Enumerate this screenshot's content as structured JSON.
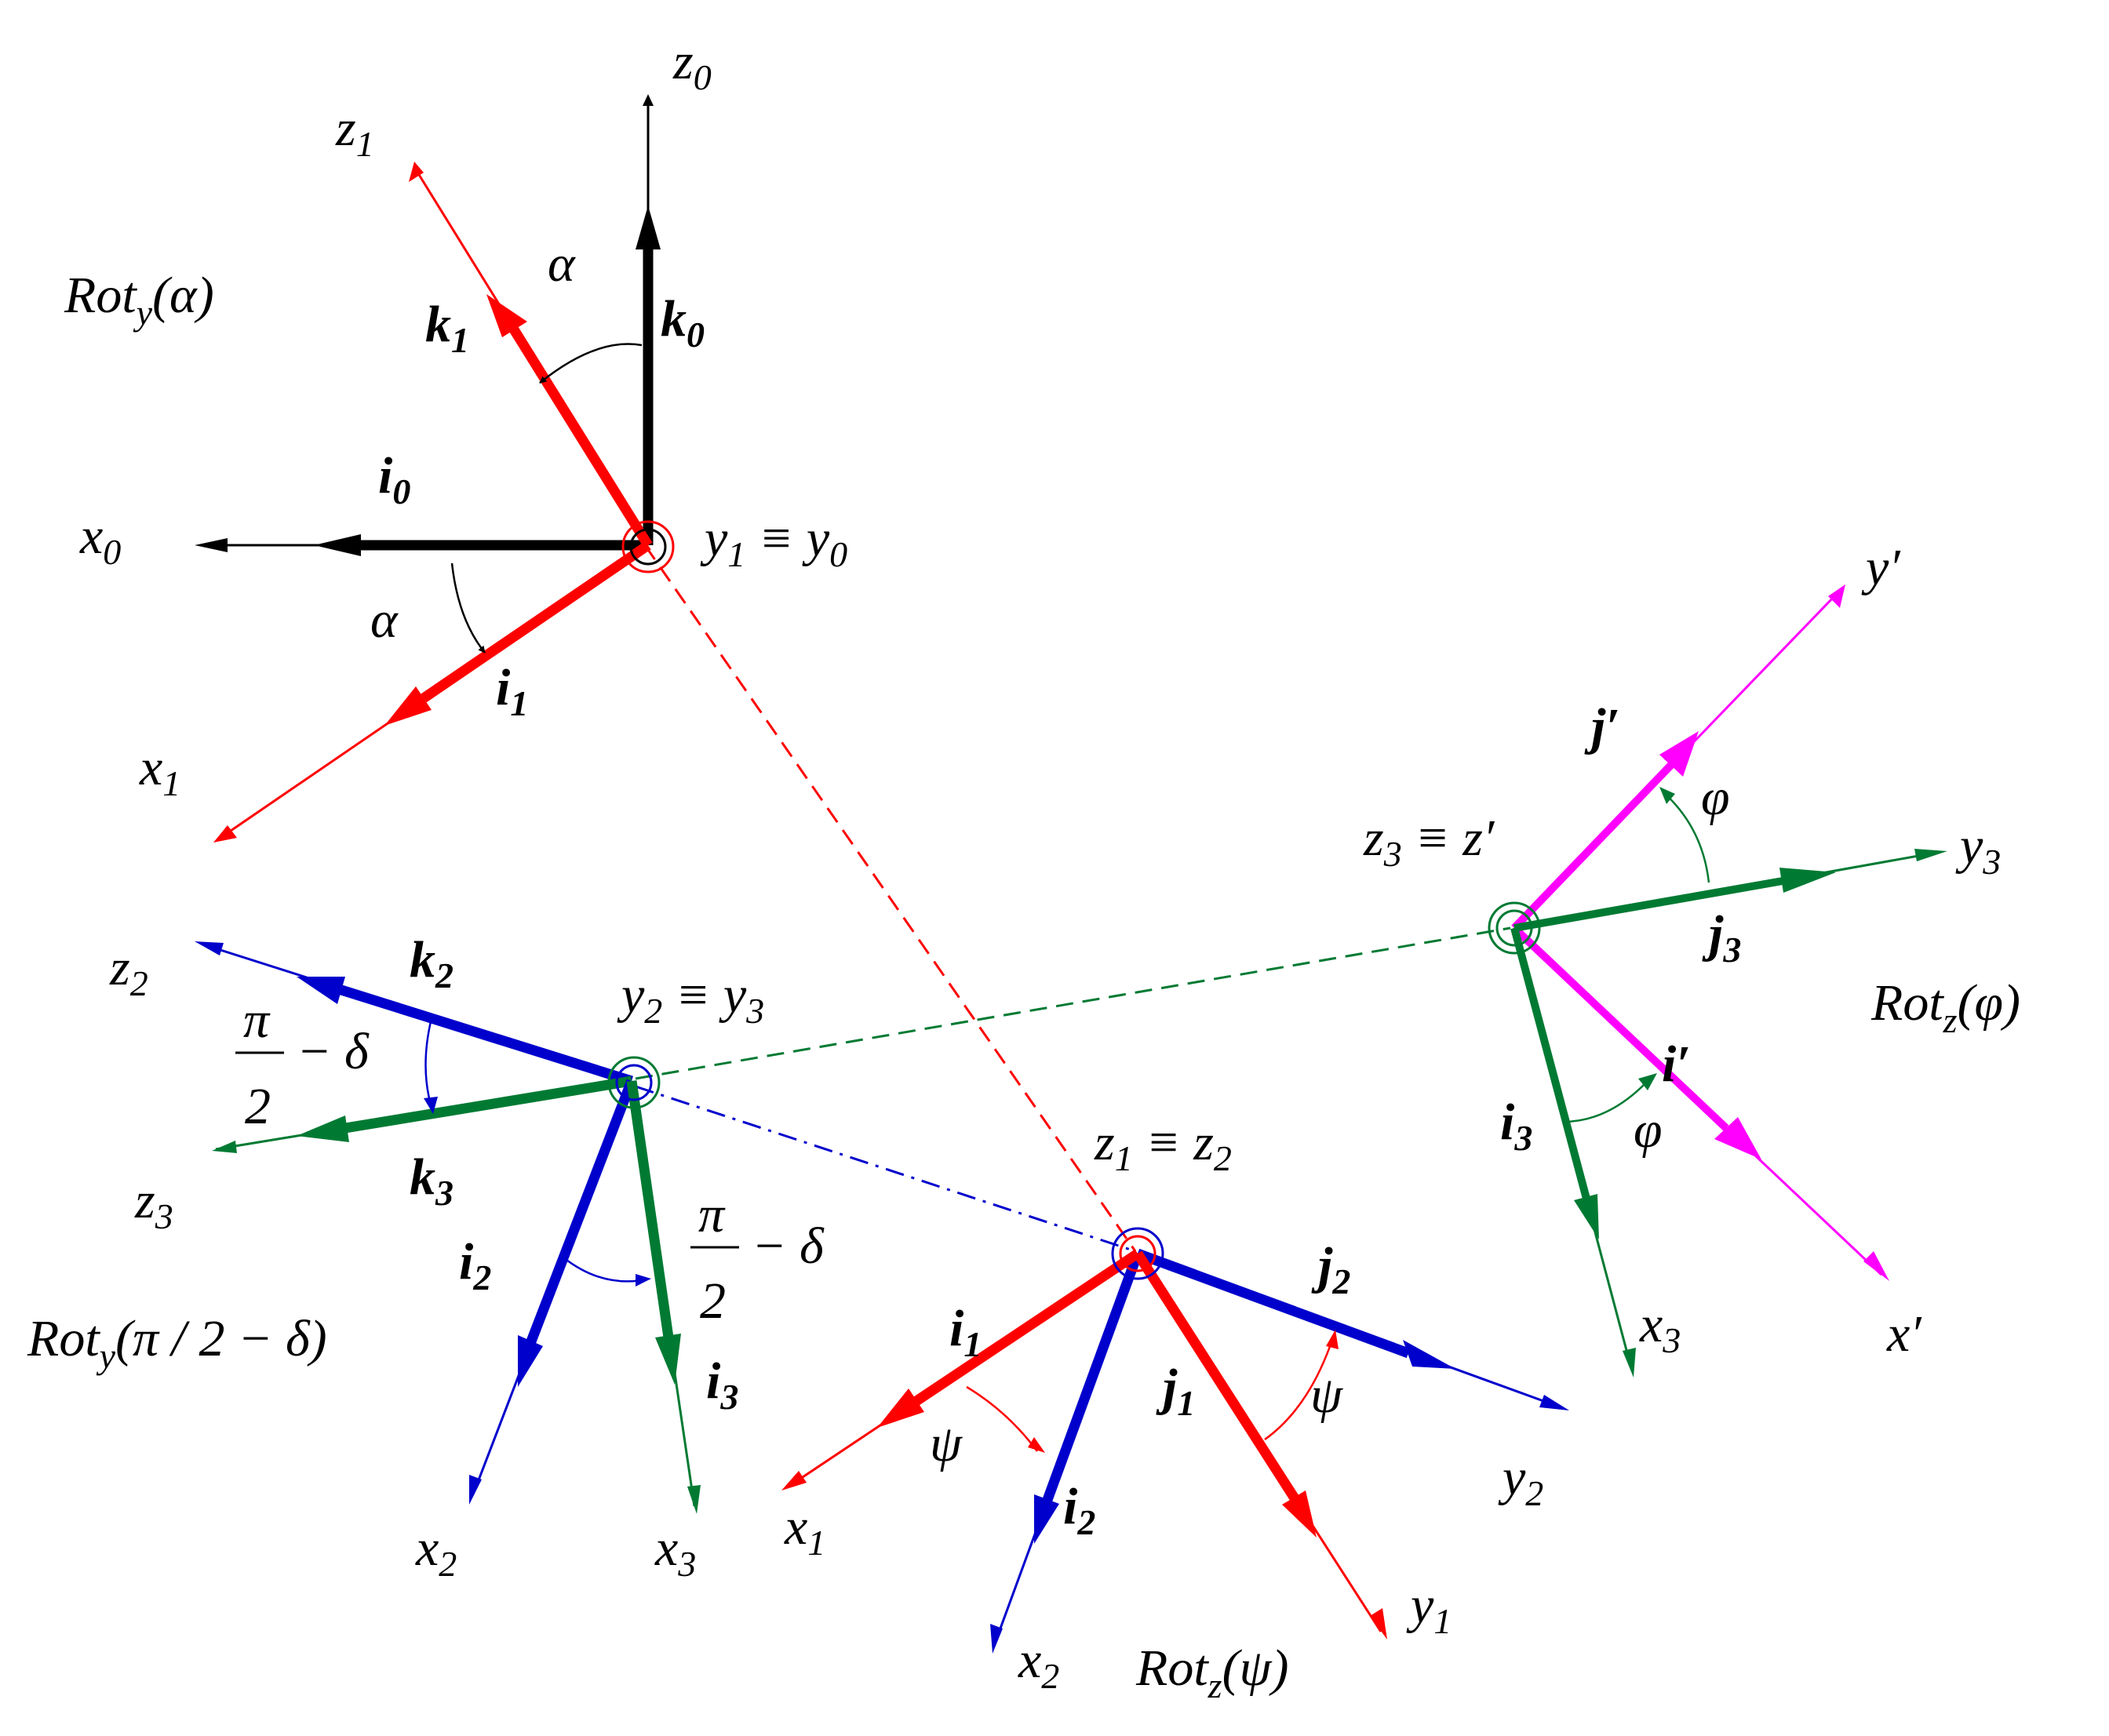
{
  "colors": {
    "frame0": "#000000",
    "frame1": "#ff0000",
    "frame2": "#0000cc",
    "frame3": "#007a33",
    "framePrime": "#ff00ff"
  },
  "labels": {
    "z0": {
      "b": "z",
      "s": "0"
    },
    "z1": {
      "b": "z",
      "s": "1"
    },
    "x0": {
      "b": "x",
      "s": "0"
    },
    "x1": {
      "b": "x",
      "s": "1"
    },
    "k0": {
      "b": "k",
      "s": "0"
    },
    "k1": {
      "b": "k",
      "s": "1"
    },
    "i0": {
      "b": "i",
      "s": "0"
    },
    "i1": {
      "b": "i",
      "s": "1"
    },
    "alpha": "α",
    "rot_y_alpha": {
      "pre": "Rot",
      "s": "y",
      "post": "(α)"
    },
    "y1_eq_y0": {
      "a": "y",
      "as": "1",
      "mid": " ≡ ",
      "b": "y",
      "bs": "0"
    },
    "y_prime": "y′",
    "j_prime": "j′",
    "phi": "φ",
    "z3_eq_zprime": {
      "a": "z",
      "as": "3",
      "mid": " ≡ ",
      "b": "z′"
    },
    "y3": {
      "b": "y",
      "s": "3"
    },
    "j3": {
      "b": "j",
      "s": "3"
    },
    "rot_z_phi": {
      "pre": "Rot",
      "s": "z",
      "post": "(φ)"
    },
    "i_prime": "i′",
    "i3": {
      "b": "i",
      "s": "3"
    },
    "x3": {
      "b": "x",
      "s": "3"
    },
    "x_prime": "x′",
    "z2": {
      "b": "z",
      "s": "2"
    },
    "k2": {
      "b": "k",
      "s": "2"
    },
    "y2_eq_y3": {
      "a": "y",
      "as": "2",
      "mid": " ≡ ",
      "b": "y",
      "bs": "3"
    },
    "pi": "π",
    "two": "2",
    "minus_delta": "− δ",
    "z3": {
      "b": "z",
      "s": "3"
    },
    "k3": {
      "b": "k",
      "s": "3"
    },
    "i2": {
      "b": "i",
      "s": "2"
    },
    "rot_y_pi": {
      "pre": "Rot",
      "s": "y",
      "post": "(π / 2 − δ)"
    },
    "x2": {
      "b": "x",
      "s": "2"
    },
    "z1_eq_z2": {
      "a": "z",
      "as": "1",
      "mid": " ≡ ",
      "b": "z",
      "bs": "2"
    },
    "j2": {
      "b": "j",
      "s": "2"
    },
    "j1": {
      "b": "j",
      "s": "1"
    },
    "psi": "ψ",
    "y2": {
      "b": "y",
      "s": "2"
    },
    "y1": {
      "b": "y",
      "s": "1"
    },
    "rot_z_psi": {
      "pre": "Rot",
      "s": "z",
      "post": "(ψ)"
    }
  }
}
